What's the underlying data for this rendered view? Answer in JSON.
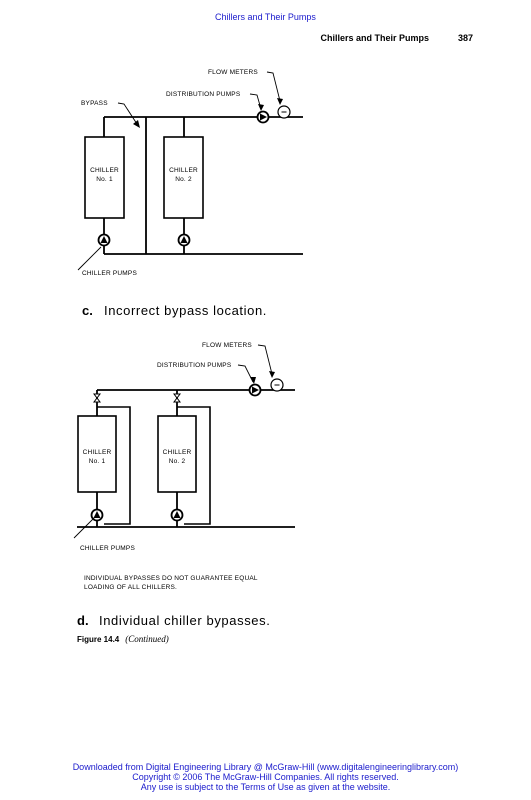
{
  "top_link": "Chillers and Their Pumps",
  "header": {
    "title": "Chillers and Their Pumps",
    "page_number": "387"
  },
  "diagram_c": {
    "flow_meters": "FLOW METERS",
    "distribution_pumps": "DISTRIBUTION PUMPS",
    "bypass": "BYPASS",
    "chiller1_line1": "CHILLER",
    "chiller1_line2": "No. 1",
    "chiller2_line1": "CHILLER",
    "chiller2_line2": "No. 2",
    "chiller_pumps": "CHILLER PUMPS",
    "caption_letter": "c.",
    "caption_text": "Incorrect bypass location."
  },
  "diagram_d": {
    "flow_meters": "FLOW METERS",
    "distribution_pumps": "DISTRIBUTION PUMPS",
    "chiller1_line1": "CHILLER",
    "chiller1_line2": "No. 1",
    "chiller2_line1": "CHILLER",
    "chiller2_line2": "No. 2",
    "chiller_pumps": "CHILLER PUMPS",
    "note_line1": "INDIVIDUAL BYPASSES DO NOT GUARANTEE EQUAL",
    "note_line2": "LOADING OF ALL CHILLERS.",
    "caption_letter": "d.",
    "caption_text": "Individual chiller bypasses."
  },
  "figure": {
    "label": "Figure 14.4",
    "continued": "(Continued)"
  },
  "footer": {
    "line1": "Downloaded from Digital Engineering Library @ McGraw-Hill (www.digitalengineeringlibrary.com)",
    "line2": "Copyright © 2006 The McGraw-Hill Companies. All rights reserved.",
    "line3": "Any use is subject to the Terms of Use as given at the website."
  },
  "colors": {
    "link": "#1a1acc",
    "ink": "#000000"
  }
}
